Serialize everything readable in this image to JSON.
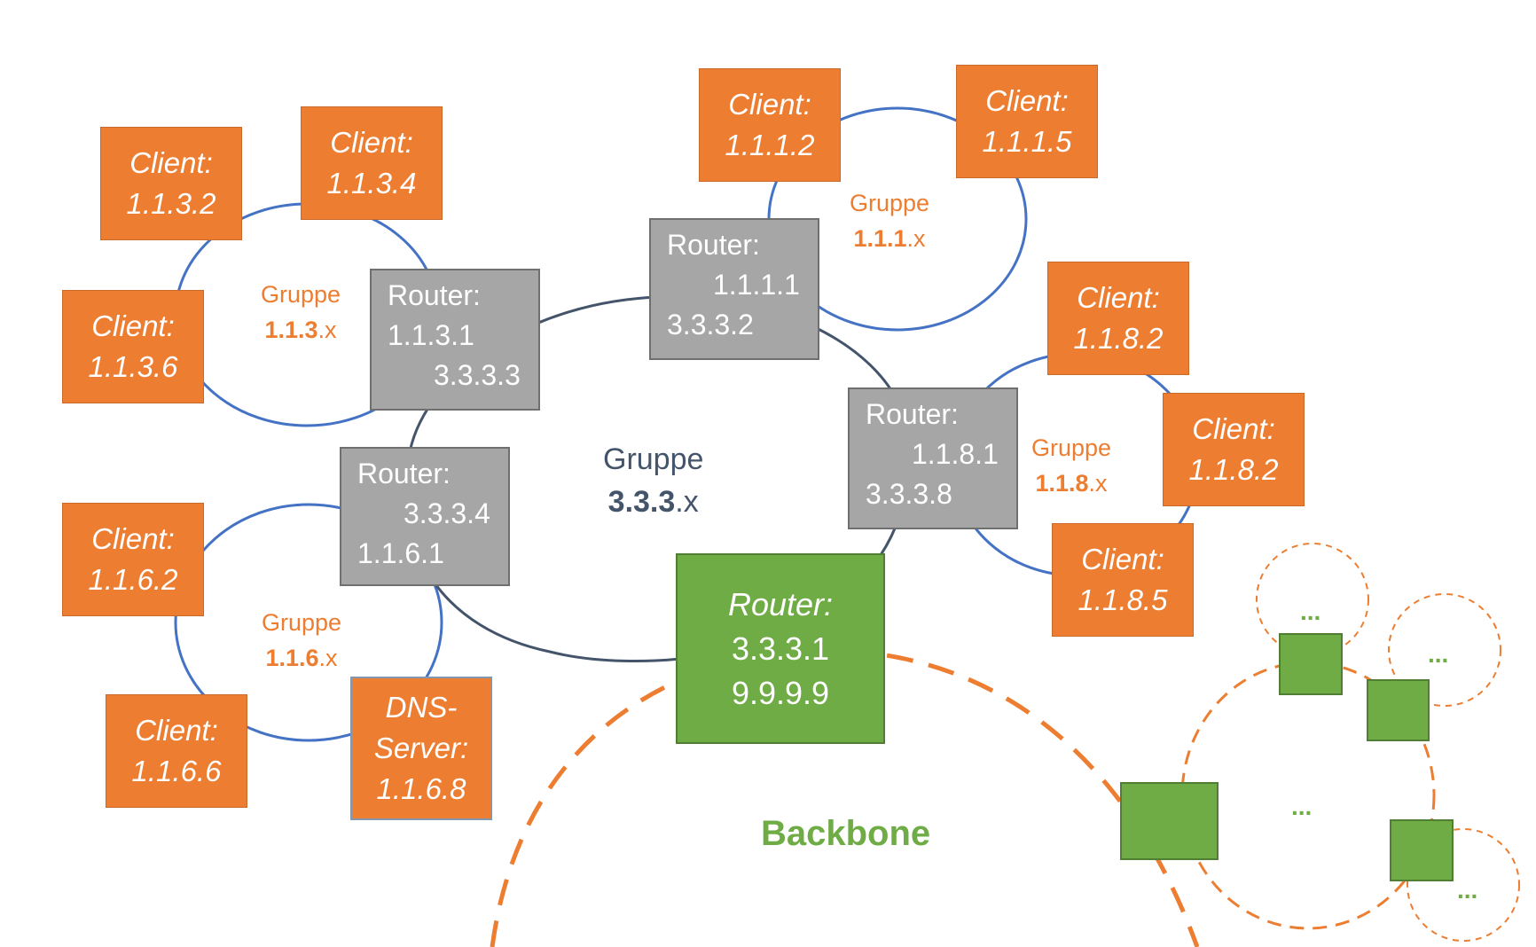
{
  "groups": {
    "g113": {
      "label": "Gruppe",
      "prefix": "1.1.3",
      "suffix": ".x"
    },
    "g111": {
      "label": "Gruppe",
      "prefix": "1.1.1",
      "suffix": ".x"
    },
    "g118": {
      "label": "Gruppe",
      "prefix": "1.1.8",
      "suffix": ".x"
    },
    "g116": {
      "label": "Gruppe",
      "prefix": "1.1.6",
      "suffix": ".x"
    },
    "g333": {
      "label": "Gruppe",
      "prefix": "3.3.3",
      "suffix": ".x"
    }
  },
  "clients": {
    "c1132": {
      "label": "Client:",
      "ip": "1.1.3.2"
    },
    "c1134": {
      "label": "Client:",
      "ip": "1.1.3.4"
    },
    "c1136": {
      "label": "Client:",
      "ip": "1.1.3.6"
    },
    "c1112": {
      "label": "Client:",
      "ip": "1.1.1.2"
    },
    "c1115": {
      "label": "Client:",
      "ip": "1.1.1.5"
    },
    "c1182a": {
      "label": "Client:",
      "ip": "1.1.8.2"
    },
    "c1182b": {
      "label": "Client:",
      "ip": "1.1.8.2"
    },
    "c1185": {
      "label": "Client:",
      "ip": "1.1.8.5"
    },
    "c1162": {
      "label": "Client:",
      "ip": "1.1.6.2"
    },
    "c1166": {
      "label": "Client:",
      "ip": "1.1.6.6"
    }
  },
  "dns": {
    "line1": "DNS-",
    "line2": "Server:",
    "ip": "1.1.6.8"
  },
  "routers": {
    "r113": {
      "label": "Router:",
      "ip1": "1.1.3.1",
      "ip2": "3.3.3.3"
    },
    "r111": {
      "label": "Router:",
      "ip1": "1.1.1.1",
      "ip2": "3.3.3.2"
    },
    "r118": {
      "label": "Router:",
      "ip1": "1.1.8.1",
      "ip2": "3.3.3.8"
    },
    "r116": {
      "label": "Router:",
      "ip1": "3.3.3.4",
      "ip2": "1.1.6.1"
    }
  },
  "core_router": {
    "label": "Router:",
    "ip1": "3.3.3.1",
    "ip2": "9.9.9.9"
  },
  "backbone": {
    "label": "Backbone"
  },
  "ellipsis": "...",
  "colors": {
    "client": "#ED7D31",
    "router": "#A6A6A6",
    "core": "#6FAC46",
    "group_ring": "#4472C4",
    "backbone_ring": "#ED7D31",
    "core_ring": "#44546A"
  }
}
